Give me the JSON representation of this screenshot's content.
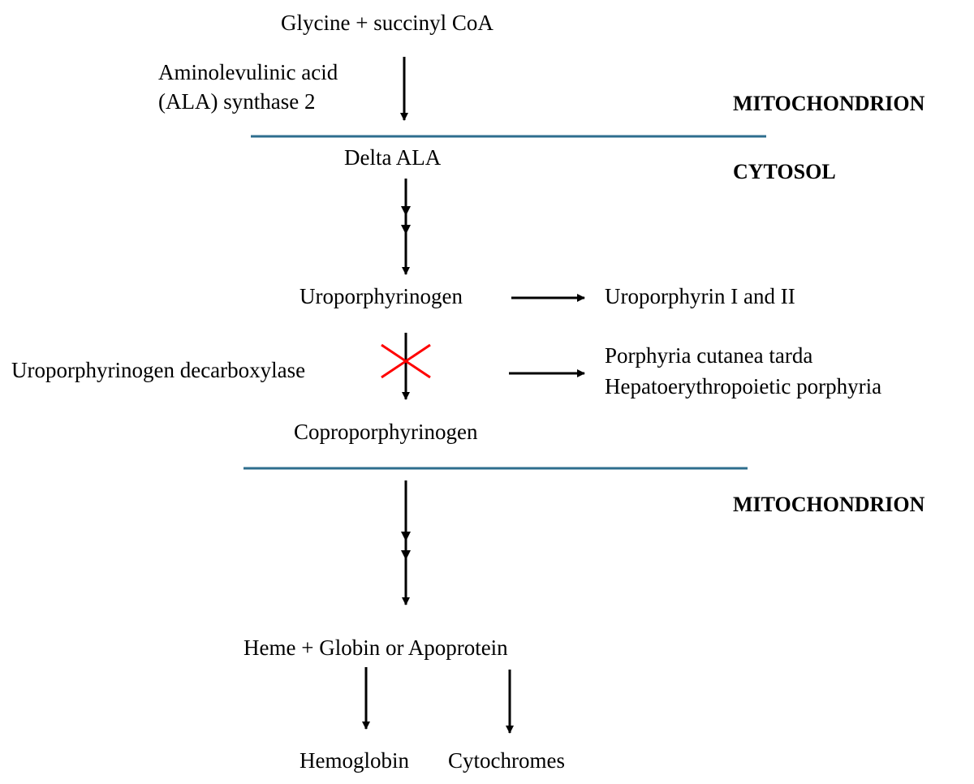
{
  "colors": {
    "membrane_line": "#2E6E8E",
    "block_mark": "#FF0000",
    "arrow": "#000000",
    "text": "#000000"
  },
  "compartments": {
    "top": "MITOCHONDRION",
    "middle": "CYTOSOL",
    "bottom": "MITOCHONDRION"
  },
  "nodes": {
    "substrates": "Glycine + succinyl CoA",
    "delta_ala": "Delta ALA",
    "uroporphyrinogen": "Uroporphyrinogen",
    "coproporphyrinogen": "Coproporphyrinogen",
    "heme": "Heme + Globin or Apoprotein",
    "hemoglobin": "Hemoglobin",
    "cytochromes": "Cytochromes"
  },
  "enzymes": {
    "ala_synthase_line1": "Aminolevulinic  acid",
    "ala_synthase_line2": "(ALA) synthase 2",
    "uroporphyrinogen_decarboxylase": "Uroporphyrinogen decarboxylase"
  },
  "side_products": {
    "uroporphyrin": "Uroporphyrin I and II"
  },
  "diseases": {
    "line1": "Porphyria cutanea tarda",
    "line2": "Hepatoerythropoietic porphyria"
  },
  "block": {
    "icon": "red-x-cross",
    "blocked_enzyme": "uroporphyrinogen_decarboxylase"
  }
}
